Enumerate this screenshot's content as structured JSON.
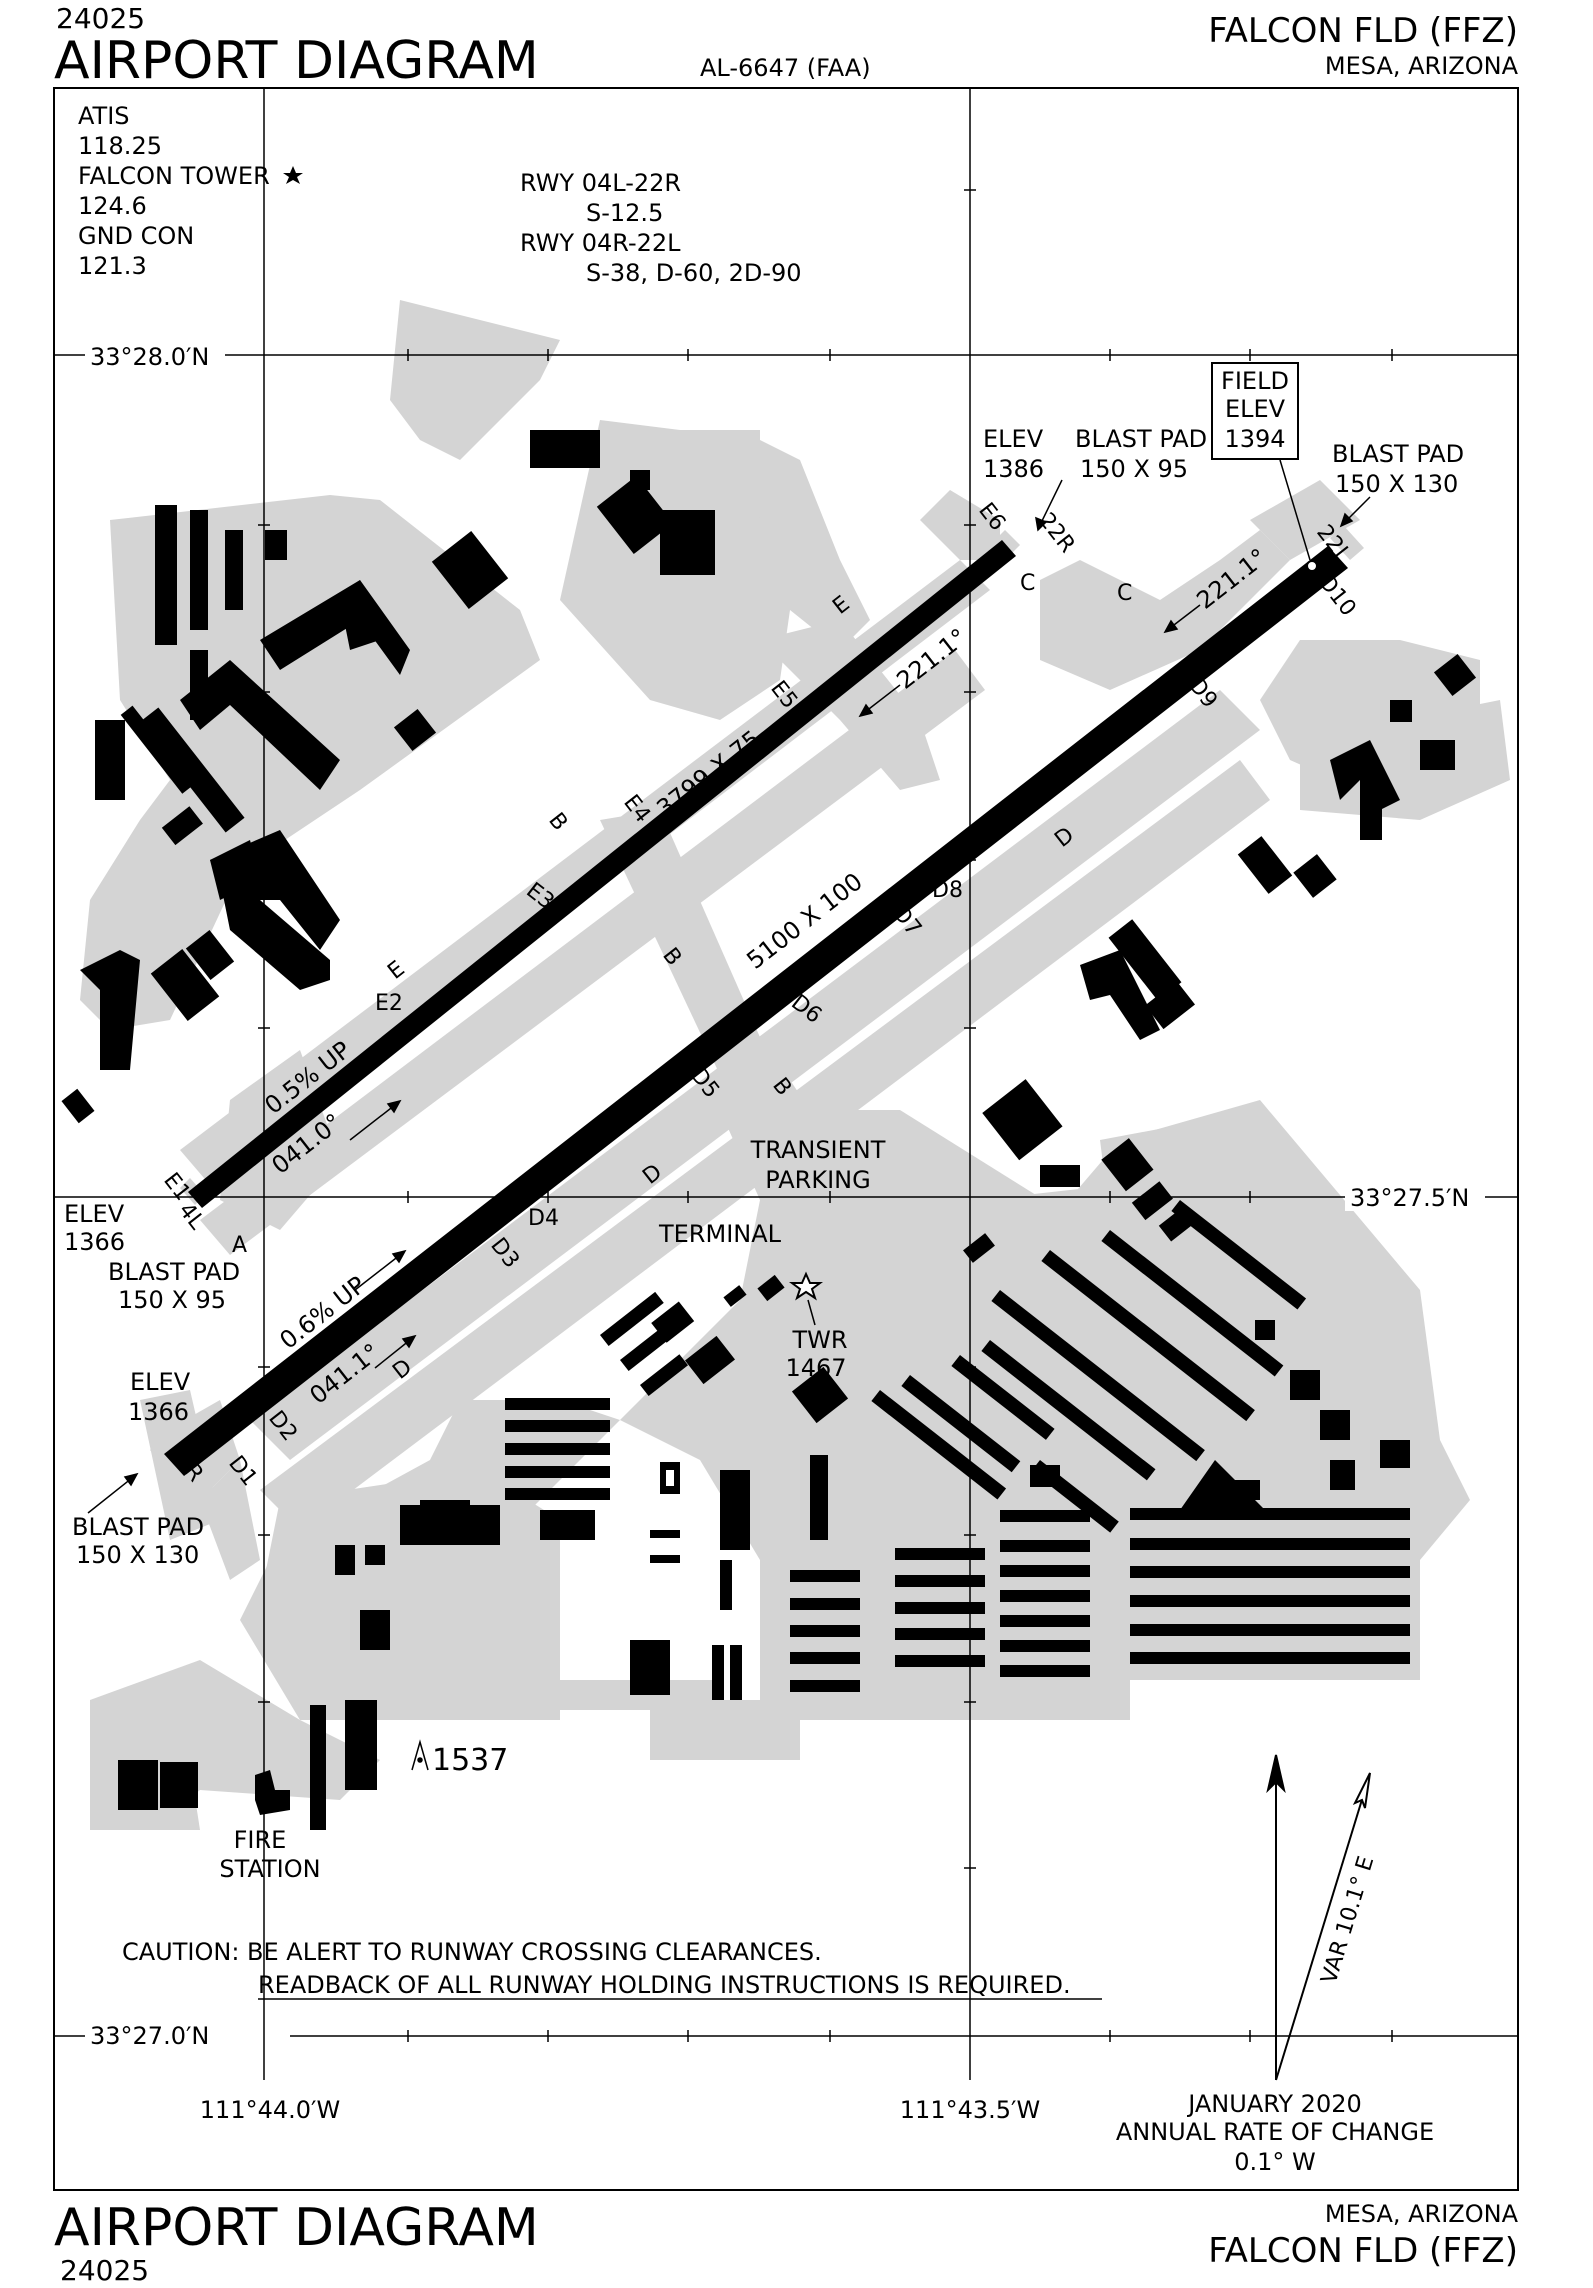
{
  "header": {
    "volume_code": "24025",
    "title": "AIRPORT DIAGRAM",
    "chart_number": "AL-6647 (FAA)",
    "airport_name": "FALCON FLD (FFZ)",
    "location": "MESA, ARIZONA"
  },
  "frequencies": {
    "atis_label": "ATIS",
    "atis_freq": "118.25",
    "tower_label": "FALCON TOWER",
    "tower_freq": "124.6",
    "ground_label": "GND CON",
    "ground_freq": "121.3"
  },
  "runway_strength": {
    "rwy1_label": "RWY 04L-22R",
    "rwy1_strength": "S-12.5",
    "rwy2_label": "RWY 04R-22L",
    "rwy2_strength": "S-38, D-60, 2D-90"
  },
  "field_elevation": {
    "label1": "FIELD",
    "label2": "ELEV",
    "value": "1394"
  },
  "coordinates": {
    "lat_north": "33°28.0′N",
    "lat_mid": "33°27.5′N",
    "lat_south": "33°27.0′N",
    "lon_west": "111°44.0′W",
    "lon_east": "111°43.5′W"
  },
  "runway_04L_22R": {
    "dimensions": "3799 X 75",
    "gradient": "0.5% UP",
    "heading_04": "041.0°",
    "heading_22": "221.1°",
    "end_04": "4L",
    "end_22": "22R",
    "elev_04_label": "ELEV",
    "elev_04": "1366",
    "elev_22_label": "ELEV",
    "elev_22": "1386",
    "blast_04_label": "BLAST PAD",
    "blast_04": "150 X 95",
    "blast_22_label": "BLAST PAD",
    "blast_22": "150 X 95"
  },
  "runway_04R_22L": {
    "dimensions": "5100 X 100",
    "gradient": "0.6% UP",
    "heading_04": "041.1°",
    "heading_22": "221.1°",
    "end_04": "4R",
    "end_22": "22L",
    "elev_04_label": "ELEV",
    "elev_04": "1366",
    "blast_04_label": "BLAST PAD",
    "blast_04": "150 X 130",
    "blast_22_label": "BLAST PAD",
    "blast_22": "150 X 130"
  },
  "taxiways": {
    "A": "A",
    "B": "B",
    "C": "C",
    "D": "D",
    "E": "E",
    "E1": "E1",
    "E2": "E2",
    "E3": "E3",
    "E4": "E4",
    "E5": "E5",
    "E6": "E6",
    "D1": "D1",
    "D2": "D2",
    "D3": "D3",
    "D4": "D4",
    "D5": "D5",
    "D6": "D6",
    "D7": "D7",
    "D8": "D8",
    "D9": "D9",
    "D10": "D10"
  },
  "facilities": {
    "transient_1": "TRANSIENT",
    "transient_2": "PARKING",
    "terminal": "TERMINAL",
    "tower_label": "TWR",
    "tower_elev": "1467",
    "obstacle_elev": "1537",
    "fire_1": "FIRE",
    "fire_2": "STATION"
  },
  "caution": {
    "line1": "CAUTION: BE ALERT TO RUNWAY CROSSING CLEARANCES.",
    "line2": "READBACK OF ALL RUNWAY HOLDING INSTRUCTIONS IS REQUIRED."
  },
  "magnetic": {
    "variation": "VAR 10.1° E",
    "date": "JANUARY 2020",
    "rate_label": "ANNUAL RATE OF CHANGE",
    "rate_value": "0.1° W"
  },
  "colors": {
    "pavement": "#d4d4d4",
    "runway": "#000000",
    "ink": "#000000"
  }
}
